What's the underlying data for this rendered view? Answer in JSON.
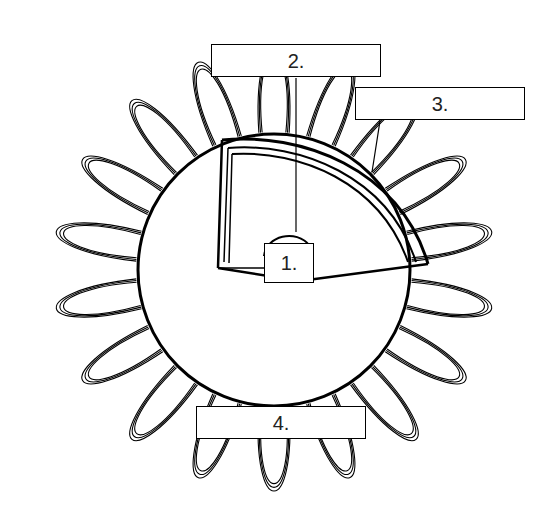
{
  "diagram": {
    "nodes": [
      {
        "text": [
          "2."
        ]
      },
      {
        "text": [
          "3."
        ]
      },
      {
        "text": [
          "1."
        ]
      },
      {
        "text": [
          "4."
        ]
      }
    ]
  }
}
